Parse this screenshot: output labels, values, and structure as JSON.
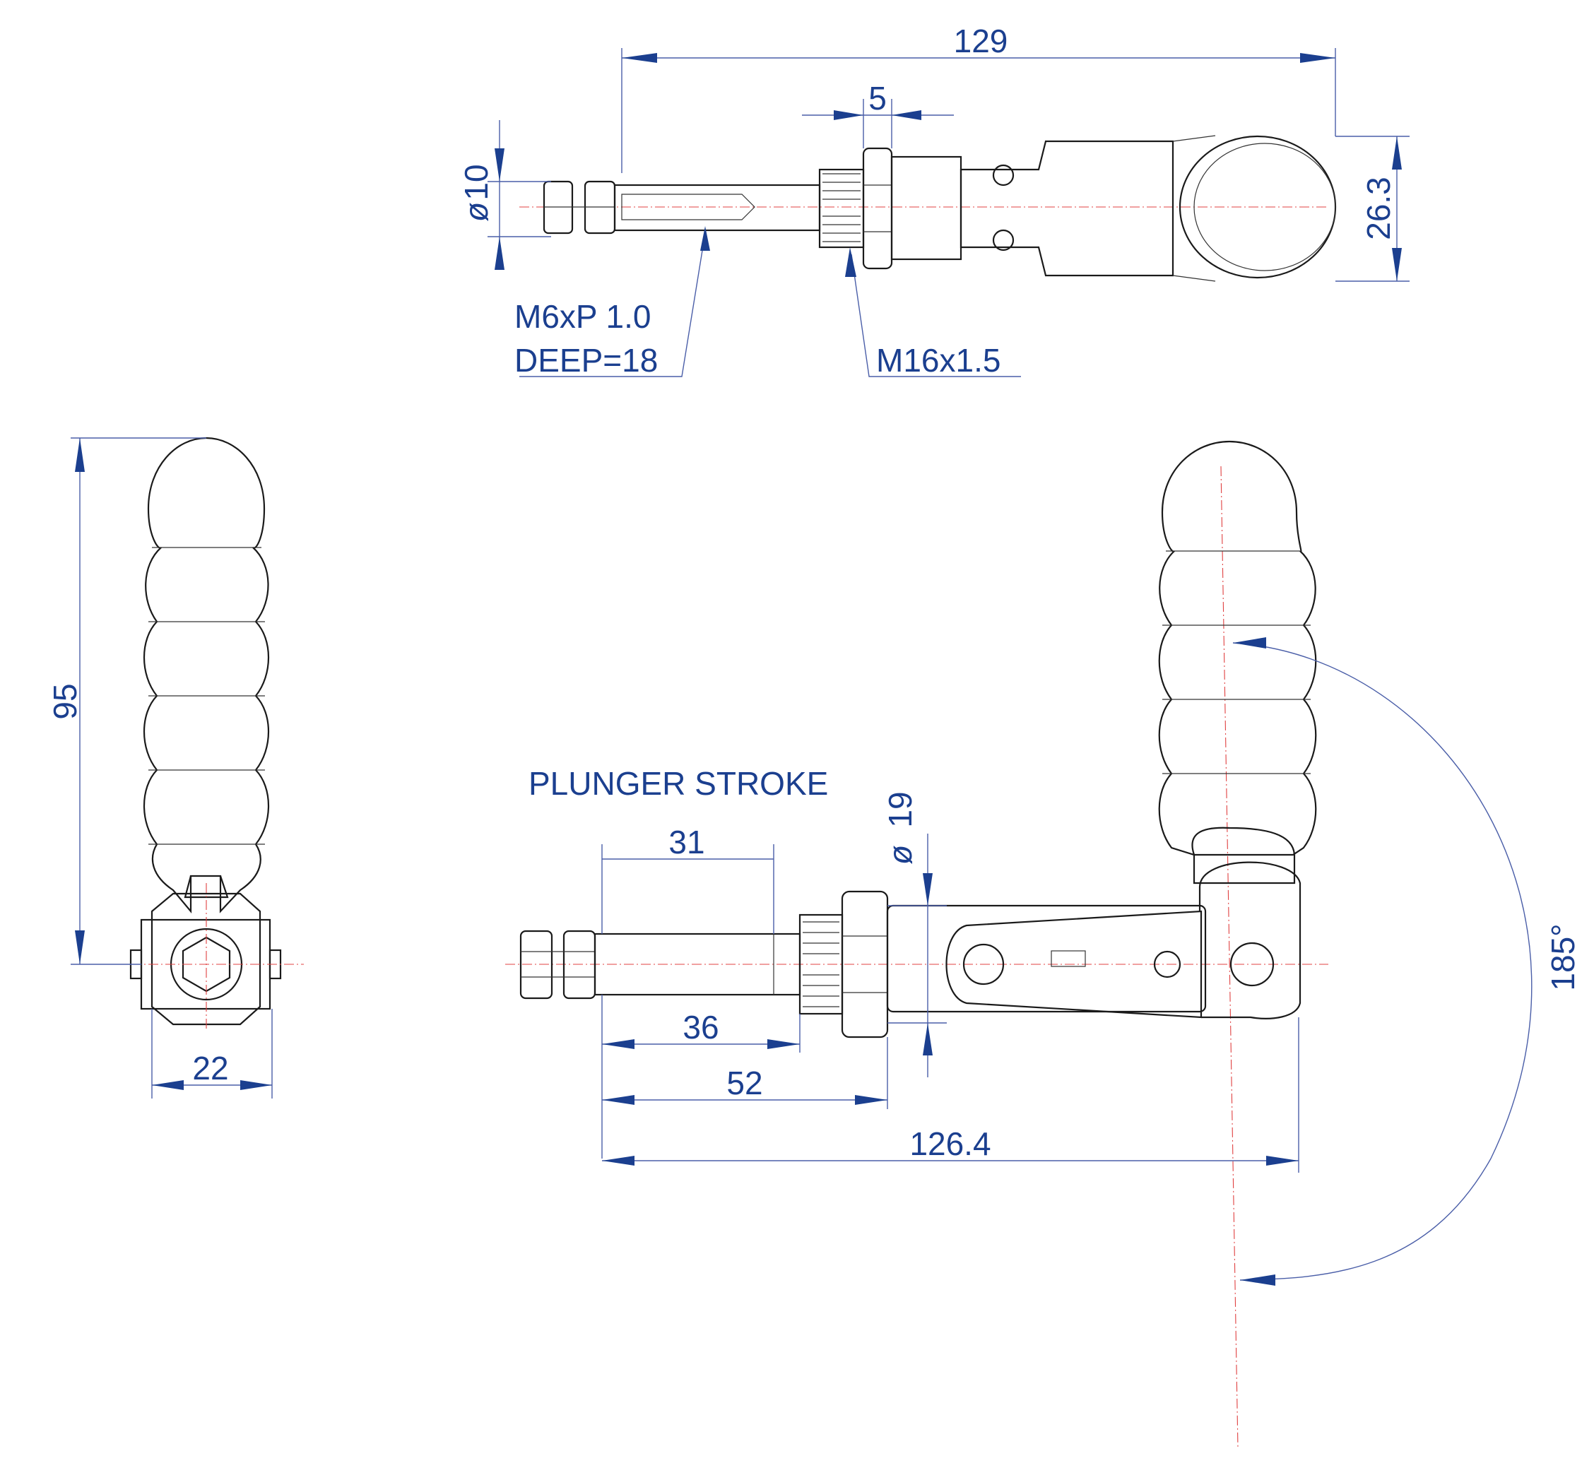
{
  "top_view": {
    "dim_overall_length": "129",
    "dim_nut_thickness": "5",
    "dim_plunger_diameter": "10",
    "dim_height": "26.3",
    "thread_plunger_line1": "M6xP 1.0",
    "thread_plunger_line2": "DEEP=18",
    "thread_body": "M16x1.5"
  },
  "end_view": {
    "dim_handle_height": "95",
    "dim_width": "22"
  },
  "side_view": {
    "plunger_stroke_label": "PLUNGER STROKE",
    "dim_stroke": "31",
    "dim_thread_diameter": "19",
    "dim_plunger_length": "36",
    "dim_body_to_nut": "52",
    "dim_total_length": "126.4",
    "dim_handle_rotation": "185°"
  },
  "colors": {
    "dimension": "#1b3f8f",
    "part_outline": "#1a1a1a",
    "centerline": "#e04040"
  }
}
